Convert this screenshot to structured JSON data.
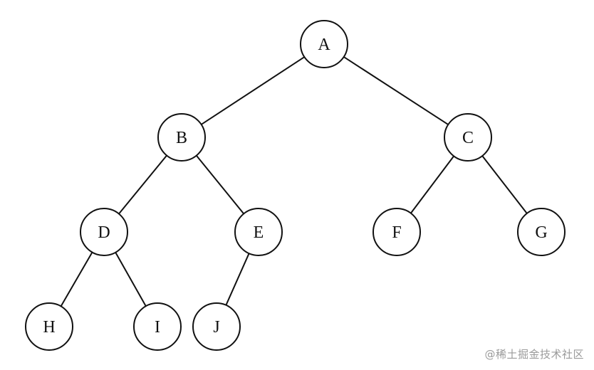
{
  "diagram": {
    "type": "binary-tree",
    "nodes": [
      {
        "id": "A",
        "label": "A"
      },
      {
        "id": "B",
        "label": "B"
      },
      {
        "id": "C",
        "label": "C"
      },
      {
        "id": "D",
        "label": "D"
      },
      {
        "id": "E",
        "label": "E"
      },
      {
        "id": "F",
        "label": "F"
      },
      {
        "id": "G",
        "label": "G"
      },
      {
        "id": "H",
        "label": "H"
      },
      {
        "id": "I",
        "label": "I"
      },
      {
        "id": "J",
        "label": "J"
      }
    ],
    "edges": [
      {
        "from": "A",
        "to": "B"
      },
      {
        "from": "A",
        "to": "C"
      },
      {
        "from": "B",
        "to": "D"
      },
      {
        "from": "B",
        "to": "E"
      },
      {
        "from": "C",
        "to": "F"
      },
      {
        "from": "C",
        "to": "G"
      },
      {
        "from": "D",
        "to": "H"
      },
      {
        "from": "D",
        "to": "I"
      },
      {
        "from": "E",
        "to": "J"
      }
    ]
  },
  "watermark": {
    "text": "@稀土掘金技术社区"
  }
}
